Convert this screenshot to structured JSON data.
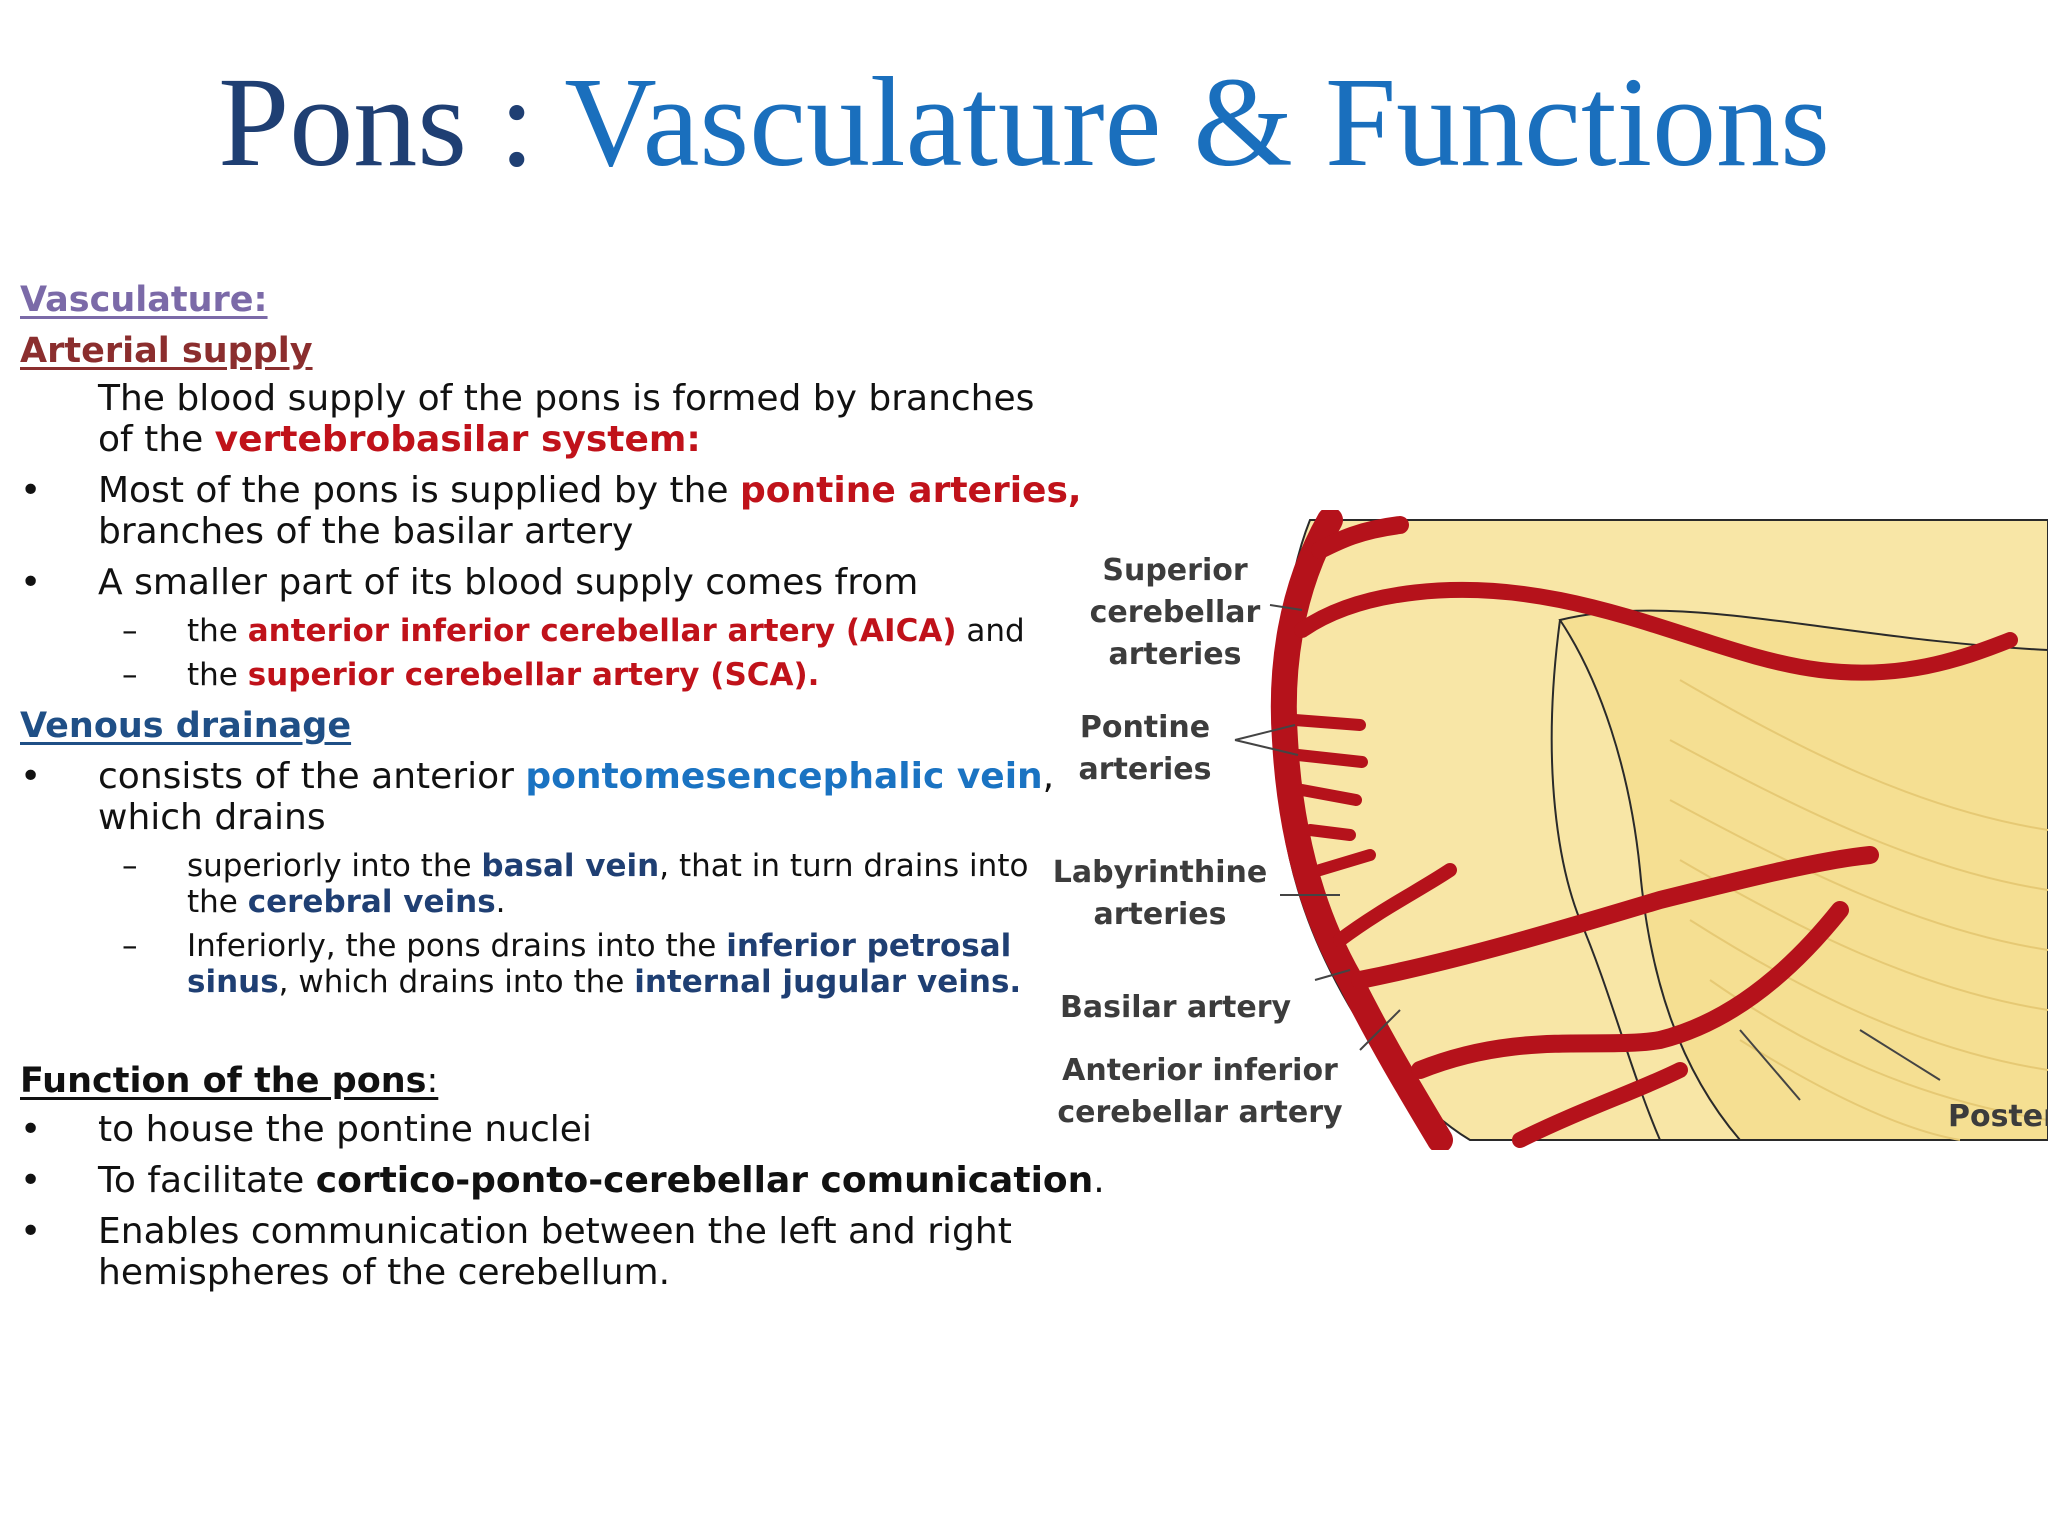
{
  "title": {
    "part1": "Pons : ",
    "part2": "Vasculature & Functions"
  },
  "vasculature": {
    "heading": "Vasculature:",
    "arterial_heading": "Arterial supply",
    "intro_line1": "The blood supply of the pons is formed by branches",
    "intro_line2_pre": "of the ",
    "intro_line2_emph": "vertebrobasilar system:",
    "bullet1_pre": "Most of the pons is supplied by the ",
    "bullet1_emph": "pontine arteries",
    "bullet1_comma": ",",
    "bullet1_line2": "branches of the basilar artery",
    "bullet2": "A smaller part of its blood supply comes from",
    "sub1_pre": "the ",
    "sub1_emph": "anterior inferior cerebellar artery (AICA)",
    "sub1_post": " and",
    "sub2_pre": "the ",
    "sub2_emph": "superior cerebellar artery  (SCA).",
    "venous_heading": "Venous drainage",
    "vbullet_pre": "consists of the anterior ",
    "vbullet_emph": "pontomesencephalic vein",
    "vbullet_post": ",",
    "vbullet_line2": "which drains",
    "vsub1_pre": "superiorly into the ",
    "vsub1_emph": "basal vein",
    "vsub1_post": ", that in turn drains into",
    "vsub1_line2_pre": "the ",
    "vsub1_line2_emph": "cerebral veins",
    "vsub1_line2_post": ".",
    "vsub2_pre": "Inferiorly, the pons drains into the ",
    "vsub2_emph": "inferior petrosal",
    "vsub2_line2_emph": "sinus",
    "vsub2_line2_mid": ", which drains into the ",
    "vsub2_line2_emph2": "internal jugular veins."
  },
  "function": {
    "heading": "Function of the pons",
    "heading_colon": ":",
    "item1": "to house the pontine nuclei",
    "item2_pre": "To facilitate ",
    "item2_emph": "cortico-ponto-cerebellar comunication",
    "item2_post": ".",
    "item3_line1": "Enables communication between the left and right",
    "item3_line2": "hemispheres of the cerebellum."
  },
  "bullets": {
    "dot": "•",
    "dash": "–"
  },
  "figure": {
    "label_sca_1": "Superior",
    "label_sca_2": "cerebellar",
    "label_sca_3": "arteries",
    "label_pontine_1": "Pontine",
    "label_pontine_2": "arteries",
    "label_lab_1": "Labyrinthine",
    "label_lab_2": "arteries",
    "label_basilar": "Basilar artery",
    "label_aica_1": "Anterior inferior",
    "label_aica_2": "cerebellar artery",
    "label_post": "Poster"
  },
  "colors": {
    "artery": "#b5121b",
    "tissue": "#f8e6a6",
    "title_dark": "#1f3f73",
    "title_blue": "#1a6fbd"
  }
}
